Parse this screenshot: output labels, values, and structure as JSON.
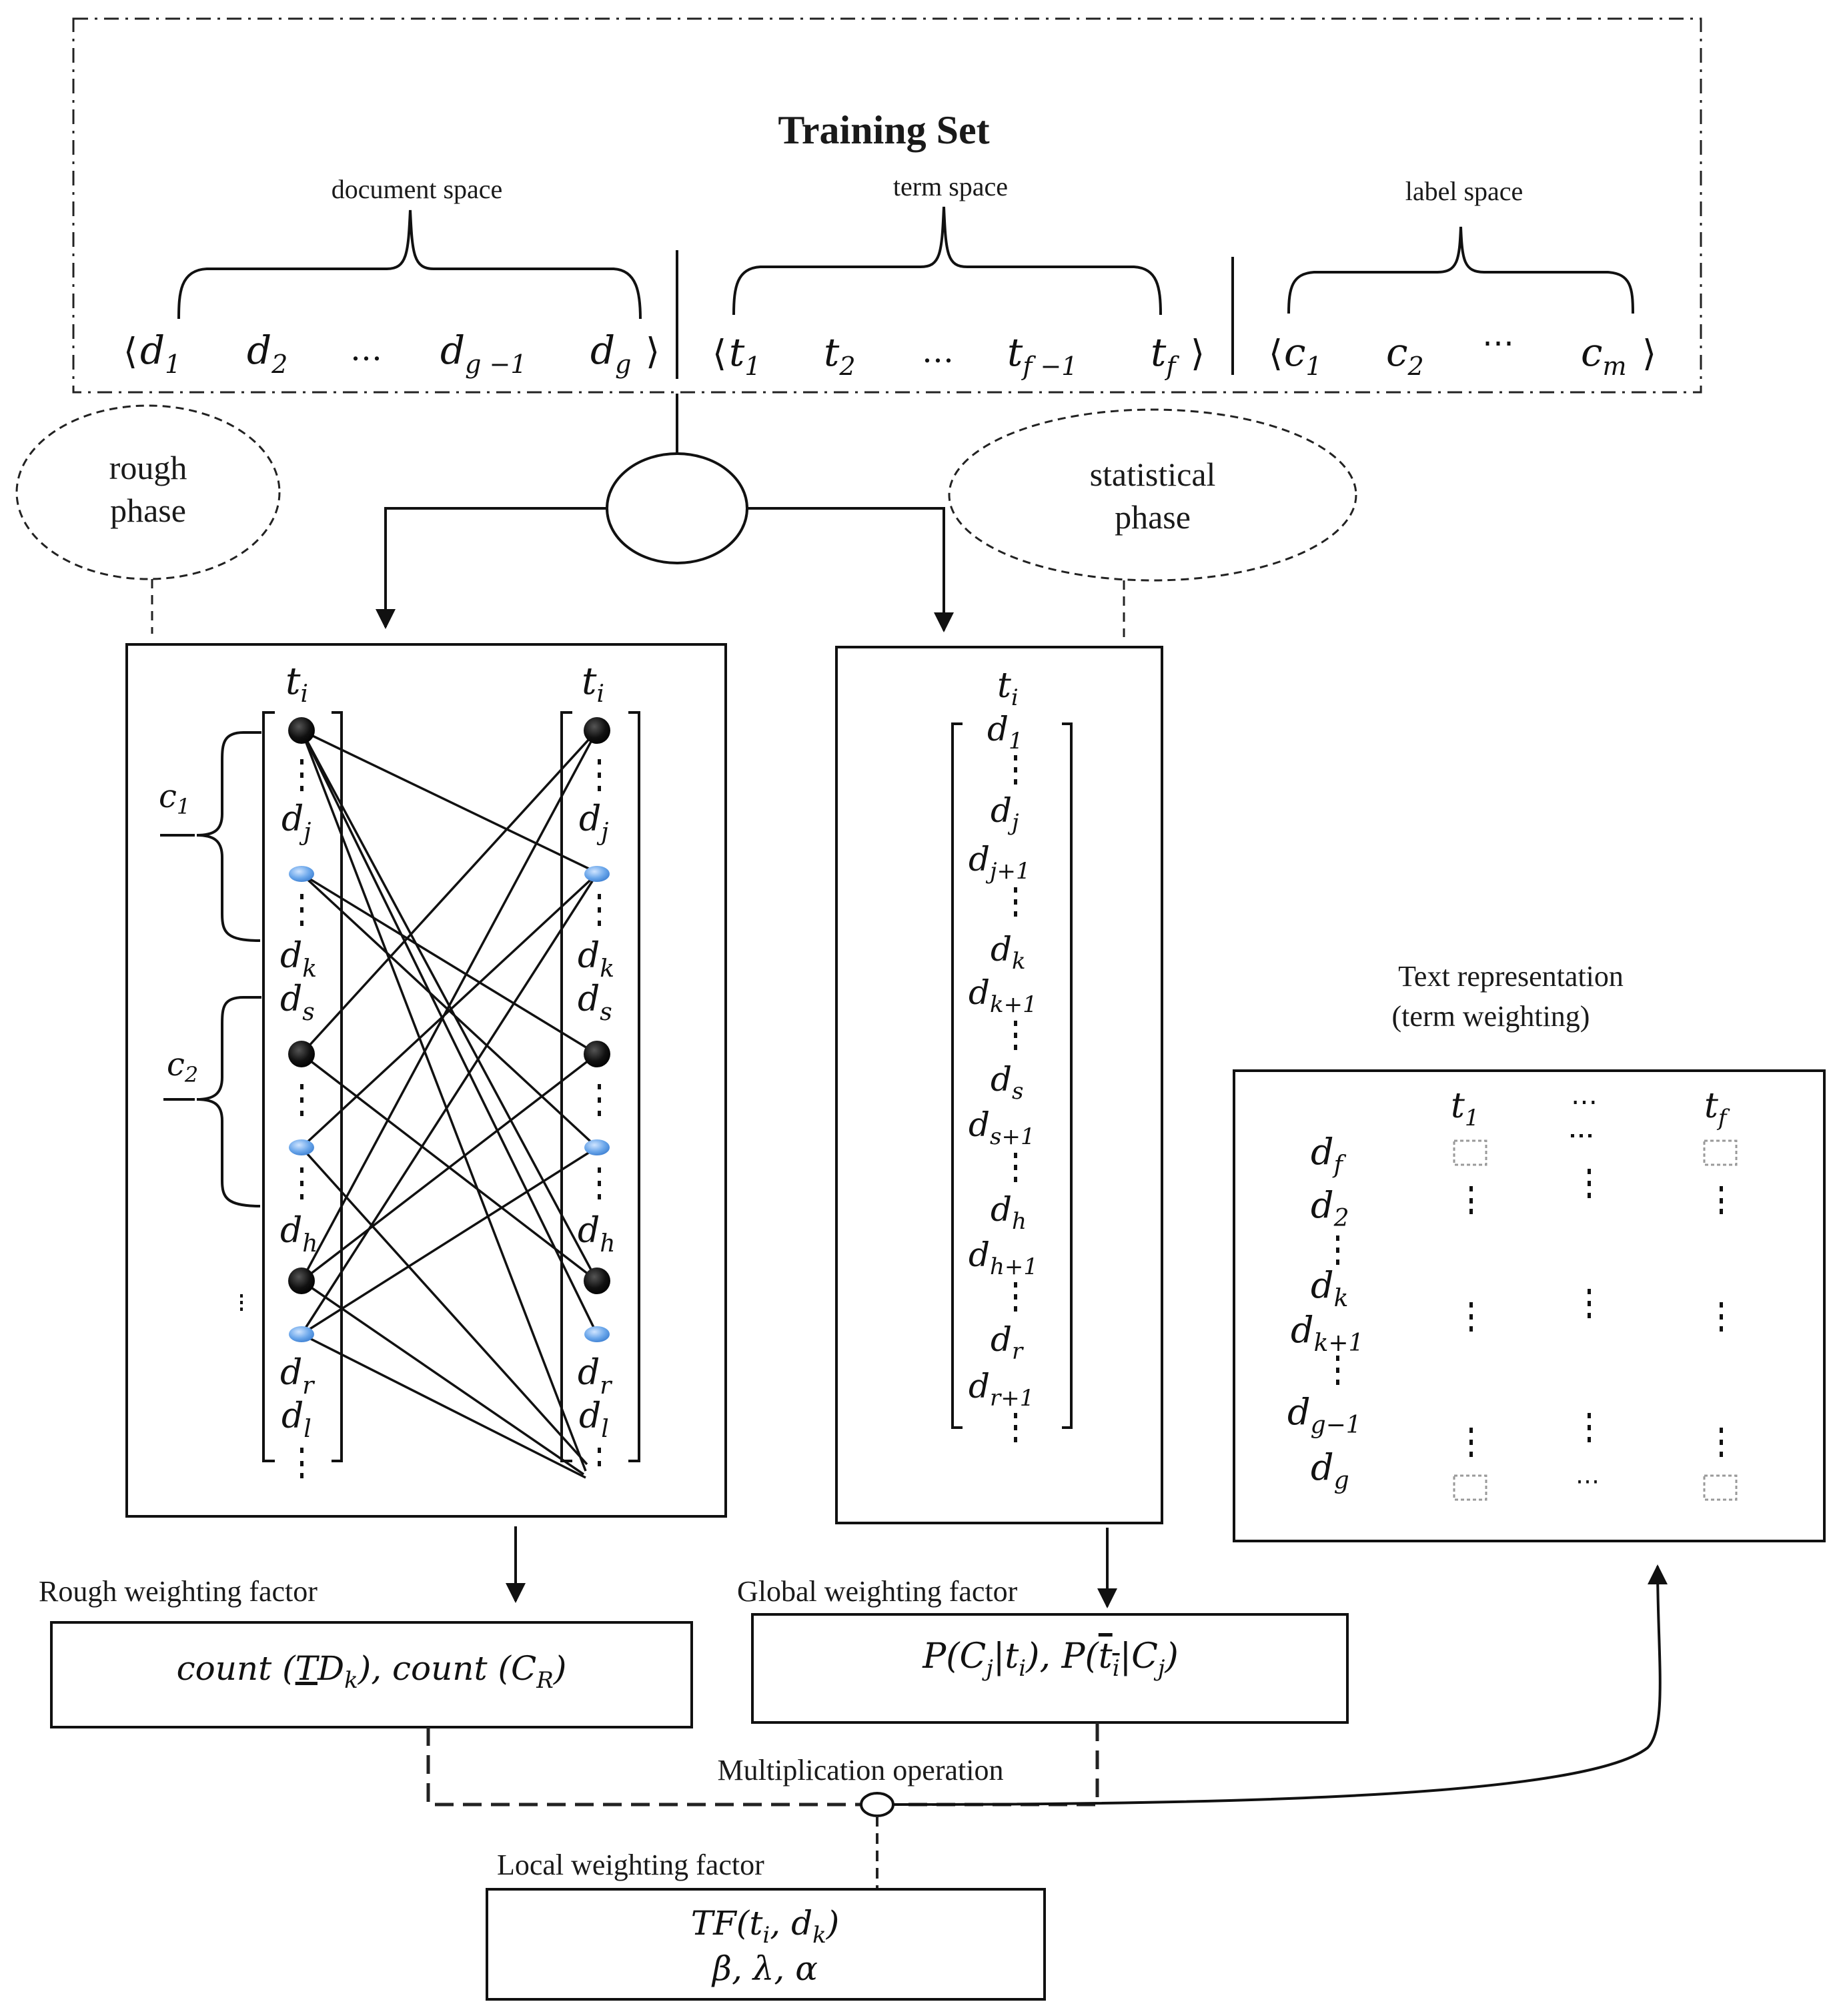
{
  "training_set": {
    "title": "Training Set",
    "document_space": {
      "label": "document space",
      "open": "⟨",
      "items": [
        "d",
        "d",
        "…",
        "d",
        "d"
      ],
      "subs": [
        "1",
        "2",
        "",
        "g −1",
        "g"
      ],
      "close": "⟩"
    },
    "term_space": {
      "label": "term space",
      "open": "⟨",
      "items": [
        "t",
        "t",
        "…",
        "t",
        "t"
      ],
      "subs": [
        "1",
        "2",
        "",
        "f −1",
        "f"
      ],
      "close": "⟩"
    },
    "label_space": {
      "label": "label space",
      "open": "⟨",
      "items": [
        "c",
        "c",
        "⋯",
        "c"
      ],
      "subs": [
        "1",
        "2",
        "",
        "m"
      ],
      "close": "⟩"
    }
  },
  "phases": {
    "rough": {
      "line1": "rough",
      "line2": "phase"
    },
    "statistical": {
      "line1": "statistical",
      "line2": "phase"
    }
  },
  "rough_matrix": {
    "left_header": "t",
    "left_header_sub": "i",
    "right_header": "t",
    "right_header_sub": "i",
    "class1": "c",
    "class1_sub": "1",
    "class2": "c",
    "class2_sub": "2",
    "left_labels": [
      {
        "base": "d",
        "sub": "j"
      },
      {
        "base": "d",
        "sub": "k"
      },
      {
        "base": "d",
        "sub": "s"
      },
      {
        "base": "d",
        "sub": "h"
      },
      {
        "base": "d",
        "sub": "r"
      },
      {
        "base": "d",
        "sub": "l"
      }
    ],
    "right_labels": [
      {
        "base": "d",
        "sub": "j"
      },
      {
        "base": "d",
        "sub": "k"
      },
      {
        "base": "d",
        "sub": "s"
      },
      {
        "base": "d",
        "sub": "h"
      },
      {
        "base": "d",
        "sub": "r"
      },
      {
        "base": "d",
        "sub": "l"
      }
    ]
  },
  "statistical_matrix": {
    "header": "t",
    "header_sub": "i",
    "labels": [
      {
        "base": "d",
        "sub": "1"
      },
      {
        "base": "d",
        "sub": "j"
      },
      {
        "base": "d",
        "sub": "j+1"
      },
      {
        "base": "d",
        "sub": "k"
      },
      {
        "base": "d",
        "sub": "k+1"
      },
      {
        "base": "d",
        "sub": "s"
      },
      {
        "base": "d",
        "sub": "s+1"
      },
      {
        "base": "d",
        "sub": "h"
      },
      {
        "base": "d",
        "sub": "h+1"
      },
      {
        "base": "d",
        "sub": "r"
      },
      {
        "base": "d",
        "sub": "r+1"
      }
    ]
  },
  "text_representation": {
    "title_line1": "Text representation",
    "title_line2": "(term weighting)",
    "col_headers": [
      {
        "base": "t",
        "sub": "1"
      },
      {
        "base": "⋯",
        "sub": ""
      },
      {
        "base": "t",
        "sub": "f"
      }
    ],
    "row_labels": [
      {
        "base": "d",
        "sub": "f"
      },
      {
        "base": "d",
        "sub": "2"
      },
      {
        "base": "d",
        "sub": "k"
      },
      {
        "base": "d",
        "sub": "k+1"
      },
      {
        "base": "d",
        "sub": "g−1"
      },
      {
        "base": "d",
        "sub": "g"
      }
    ],
    "bottom_dots": "⋯"
  },
  "factors": {
    "rough": {
      "label": "Rough weighting factor",
      "formula": "count (TDk), count (CR)"
    },
    "global": {
      "label": "Global weighting factor",
      "formula": "P(Cj|ti), P(ti|Cj)"
    },
    "multiplication": {
      "label": "Multiplication operation"
    },
    "local": {
      "label": "Local weighting factor",
      "formula_line1": "TF(ti, dk)",
      "formula_line2": "β, λ, α"
    }
  },
  "colors": {
    "ink": "#111111",
    "black_node": "#0d0d0d",
    "blue_node": "#5b9ae0",
    "placeholder": "#9a9a9a"
  }
}
